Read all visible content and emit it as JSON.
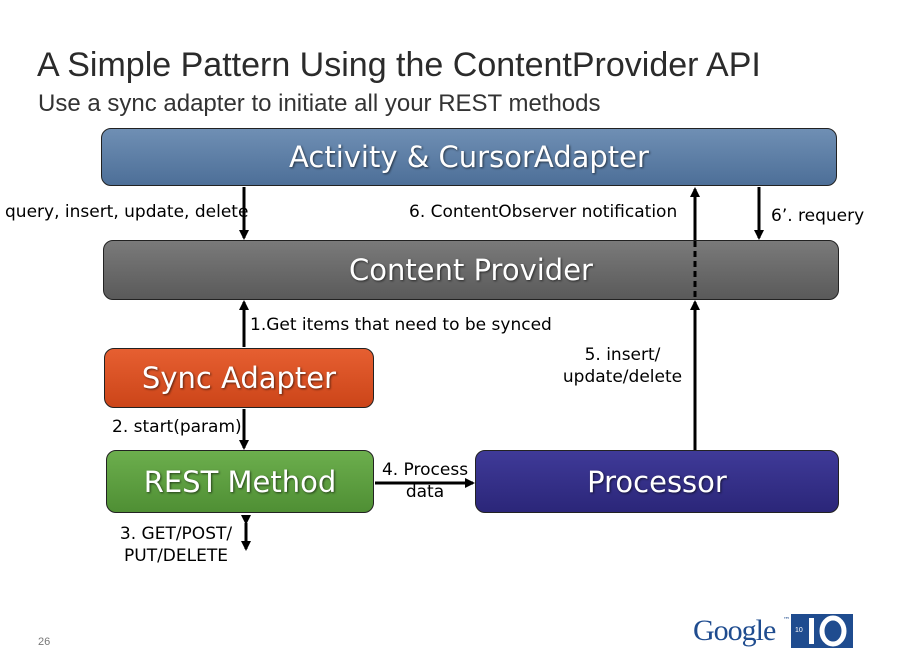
{
  "slide": {
    "title": "A Simple Pattern Using the ContentProvider API",
    "subtitle": "Use a sync adapter to initiate all your REST methods",
    "page_number": "26"
  },
  "boxes": {
    "activity": "Activity & CursorAdapter",
    "provider": "Content Provider",
    "sync": "Sync Adapter",
    "rest": "REST Method",
    "processor": "Processor"
  },
  "labels": {
    "query": "query, insert, update, delete",
    "observer": "6. ContentObserver notification",
    "requery": "6’. requery",
    "get_items": "1.Get items that need to be synced",
    "insert_1": "5. insert/",
    "insert_2": "update/delete",
    "start": "2. start(param)",
    "process_1": "4. Process",
    "process_2": "data",
    "get_post_1": "3. GET/POST/",
    "get_post_2": "PUT/DELETE"
  },
  "logo": {
    "brand": "Google",
    "tm": "™",
    "io_year": "10"
  },
  "colors": {
    "activity": "#5a7ca3",
    "provider": "#666666",
    "sync": "#d9512a",
    "rest": "#5c9c40",
    "processor": "#332e88"
  }
}
